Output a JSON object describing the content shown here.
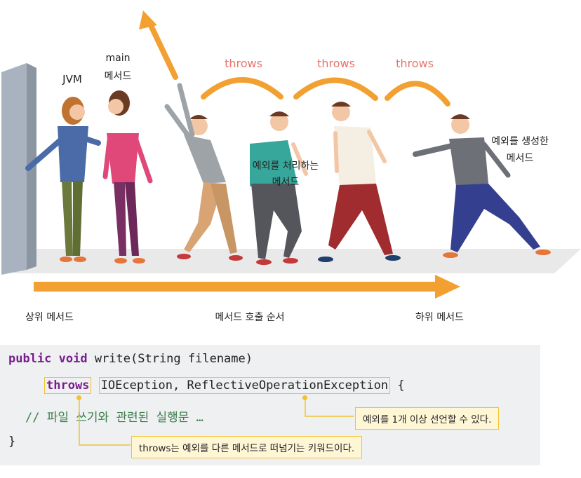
{
  "labels": {
    "jvm": "JVM",
    "main_line1": "main",
    "main_line2": "메서드",
    "handler_line1": "예외를 처리하는",
    "handler_line2": "메서드",
    "thrower_line1": "예외를 생성한",
    "thrower_line2": "메서드",
    "throws": [
      "throws",
      "throws",
      "throws"
    ],
    "upper_method": "상위 메서드",
    "call_order": "메서드 호출 순서",
    "lower_method": "하위 메서드"
  },
  "code": {
    "line1_kw": "public void",
    "line1_rest": " write(String filename)",
    "line2_kw": "throws",
    "line2_ex": "IOEception, ReflectiveOperationException",
    "line2_end": " {",
    "line3": "// 파일 쓰기와 관련된 실행문 …",
    "line4": "}"
  },
  "callouts": {
    "multi": "예외를 1개 이상 선언할 수 있다.",
    "throws_desc": "throws는 예외를 다른 메서드로 떠넘기는 키워드이다."
  },
  "colors": {
    "arrow": "#f2a031",
    "throws_text": "#e8736b",
    "highlight": "#f2c230",
    "keyword": "#7a1e8c"
  }
}
